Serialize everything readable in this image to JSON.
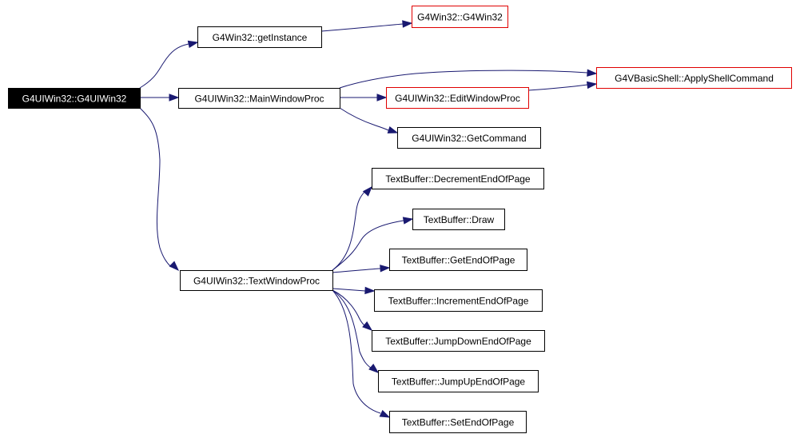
{
  "diagram": {
    "type": "call-graph",
    "root": "G4UIWin32::G4UIWin32",
    "colors": {
      "edge": "#191970",
      "root_fill": "#000000",
      "root_text": "#ffffff",
      "node_border": "#000000",
      "external_border": "#e00000"
    },
    "nodes": [
      {
        "id": "n0",
        "label": "G4UIWin32::G4UIWin32",
        "kind": "root"
      },
      {
        "id": "n1",
        "label": "G4Win32::getInstance",
        "kind": "normal"
      },
      {
        "id": "n2",
        "label": "G4Win32::G4Win32",
        "kind": "external"
      },
      {
        "id": "n3",
        "label": "G4UIWin32::MainWindowProc",
        "kind": "normal"
      },
      {
        "id": "n4",
        "label": "G4VBasicShell::ApplyShellCommand",
        "kind": "external"
      },
      {
        "id": "n5",
        "label": "G4UIWin32::EditWindowProc",
        "kind": "external"
      },
      {
        "id": "n6",
        "label": "G4UIWin32::GetCommand",
        "kind": "normal"
      },
      {
        "id": "n7",
        "label": "G4UIWin32::TextWindowProc",
        "kind": "normal"
      },
      {
        "id": "n8",
        "label": "TextBuffer::DecrementEndOfPage",
        "kind": "normal"
      },
      {
        "id": "n9",
        "label": "TextBuffer::Draw",
        "kind": "normal"
      },
      {
        "id": "n10",
        "label": "TextBuffer::GetEndOfPage",
        "kind": "normal"
      },
      {
        "id": "n11",
        "label": "TextBuffer::IncrementEndOfPage",
        "kind": "normal"
      },
      {
        "id": "n12",
        "label": "TextBuffer::JumpDownEndOfPage",
        "kind": "normal"
      },
      {
        "id": "n13",
        "label": "TextBuffer::JumpUpEndOfPage",
        "kind": "normal"
      },
      {
        "id": "n14",
        "label": "TextBuffer::SetEndOfPage",
        "kind": "normal"
      }
    ],
    "edges": [
      {
        "from": "n0",
        "to": "n1"
      },
      {
        "from": "n0",
        "to": "n3"
      },
      {
        "from": "n0",
        "to": "n7"
      },
      {
        "from": "n1",
        "to": "n2"
      },
      {
        "from": "n3",
        "to": "n4"
      },
      {
        "from": "n3",
        "to": "n5"
      },
      {
        "from": "n3",
        "to": "n6"
      },
      {
        "from": "n5",
        "to": "n4"
      },
      {
        "from": "n7",
        "to": "n8"
      },
      {
        "from": "n7",
        "to": "n9"
      },
      {
        "from": "n7",
        "to": "n10"
      },
      {
        "from": "n7",
        "to": "n11"
      },
      {
        "from": "n7",
        "to": "n12"
      },
      {
        "from": "n7",
        "to": "n13"
      },
      {
        "from": "n7",
        "to": "n14"
      }
    ]
  }
}
